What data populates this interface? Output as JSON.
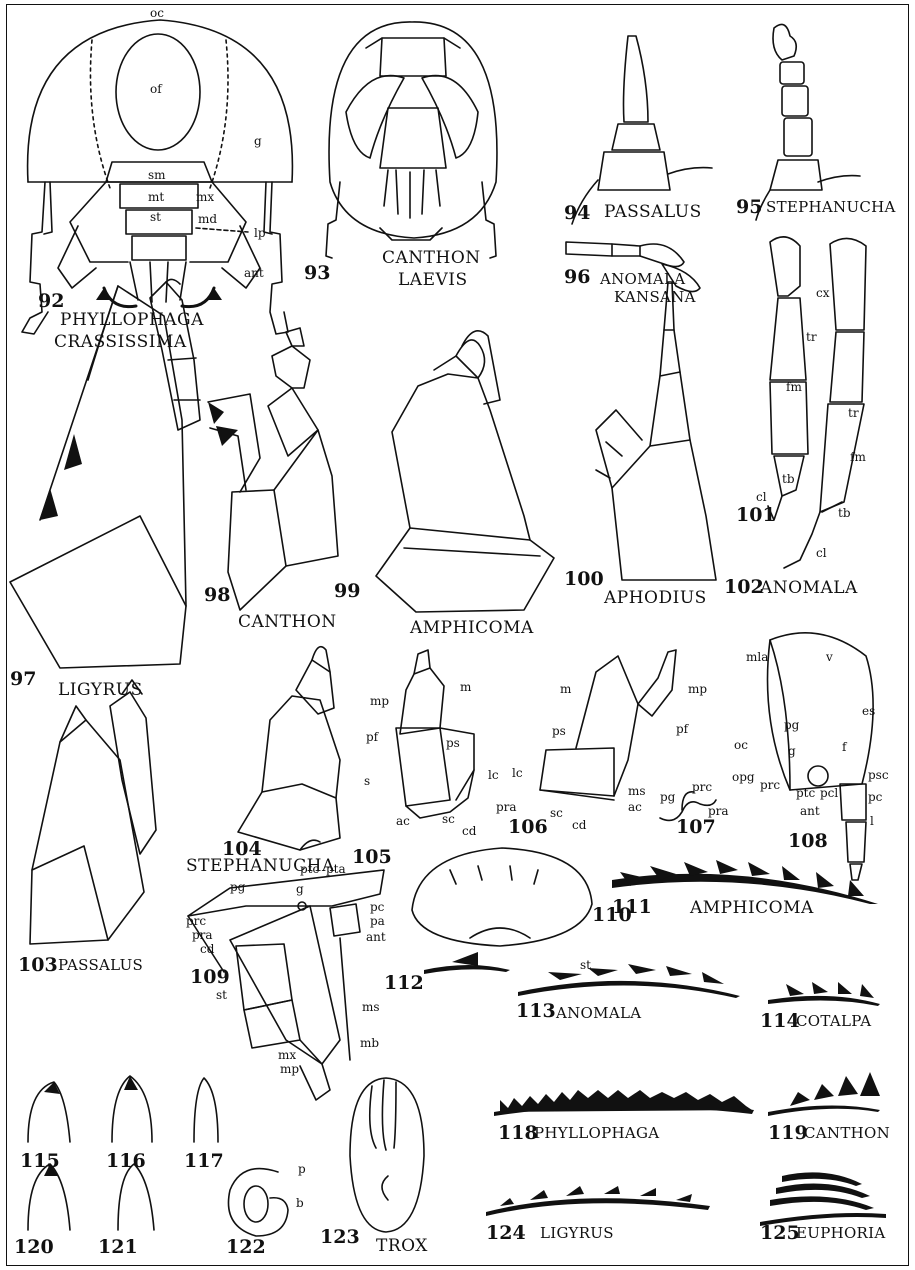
{
  "plate": {
    "figures": [
      {
        "number": "92",
        "names": [
          "PHYLLOPHAGA",
          "CRASSISSIMA"
        ]
      },
      {
        "number": "93",
        "names": [
          "CANTHON",
          "LAEVIS"
        ]
      },
      {
        "number": "94",
        "names": [
          "PASSALUS"
        ]
      },
      {
        "number": "95",
        "names": [
          "STEPHANUCHA"
        ]
      },
      {
        "number": "96",
        "names": [
          "ANOMALA",
          "KANSANA"
        ]
      },
      {
        "number": "97",
        "names": [
          "LIGYRUS"
        ]
      },
      {
        "number": "98",
        "names": [
          "CANTHON"
        ]
      },
      {
        "number": "99",
        "names": [
          "AMPHICOMA"
        ]
      },
      {
        "number": "100",
        "names": [
          "APHODIUS"
        ]
      },
      {
        "number": "101",
        "names": []
      },
      {
        "number": "102",
        "names": [
          "ANOMALA"
        ]
      },
      {
        "number": "103",
        "names": [
          "PASSALUS"
        ]
      },
      {
        "number": "104",
        "names": [
          "STEPHANUCHA"
        ]
      },
      {
        "number": "105",
        "names": []
      },
      {
        "number": "106",
        "names": []
      },
      {
        "number": "107",
        "names": []
      },
      {
        "number": "108",
        "names": []
      },
      {
        "number": "109",
        "names": []
      },
      {
        "number": "110",
        "names": []
      },
      {
        "number": "111",
        "names": [
          "AMPHICOMA"
        ]
      },
      {
        "number": "112",
        "names": []
      },
      {
        "number": "113",
        "names": [
          "ANOMALA"
        ]
      },
      {
        "number": "114",
        "names": [
          "COTALPA"
        ]
      },
      {
        "number": "115",
        "names": []
      },
      {
        "number": "116",
        "names": []
      },
      {
        "number": "117",
        "names": []
      },
      {
        "number": "118",
        "names": [
          "PHYLLOPHAGA"
        ]
      },
      {
        "number": "119",
        "names": [
          "CANTHON"
        ]
      },
      {
        "number": "120",
        "names": []
      },
      {
        "number": "121",
        "names": []
      },
      {
        "number": "122",
        "names": []
      },
      {
        "number": "123",
        "names": [
          "TROX"
        ]
      },
      {
        "number": "124",
        "names": [
          "LIGYRUS"
        ]
      },
      {
        "number": "125",
        "names": [
          "EUPHORIA"
        ]
      }
    ],
    "abbreviations": {
      "fig92": [
        "oc",
        "of",
        "g",
        "sm",
        "mt",
        "mx",
        "st",
        "md",
        "lp",
        "ant"
      ],
      "fig101": [
        "tb",
        "cl"
      ],
      "fig102": [
        "cx",
        "tr",
        "fm",
        "tr",
        "fm",
        "tb",
        "cl"
      ],
      "fig105": [
        "mp",
        "m",
        "pf",
        "ps",
        "s",
        "lc",
        "pra",
        "ac",
        "sc",
        "cd"
      ],
      "fig106": [
        "m",
        "mp",
        "ps",
        "pf",
        "lc",
        "ms",
        "ac",
        "sc",
        "cd"
      ],
      "fig107": [
        "pg",
        "prc",
        "pra"
      ],
      "fig108": [
        "mla",
        "v",
        "es",
        "pg",
        "g",
        "f",
        "oc",
        "opg",
        "prc",
        "ptc",
        "pcl",
        "psc",
        "pc",
        "ant",
        "l"
      ],
      "fig109": [
        "ptc",
        "pta",
        "pg",
        "g",
        "prc",
        "pra",
        "cd",
        "pc",
        "pa",
        "ant",
        "st",
        "ms",
        "mb",
        "mx",
        "mp"
      ],
      "fig113": [
        "st"
      ],
      "fig122": [
        "p",
        "b"
      ]
    }
  }
}
